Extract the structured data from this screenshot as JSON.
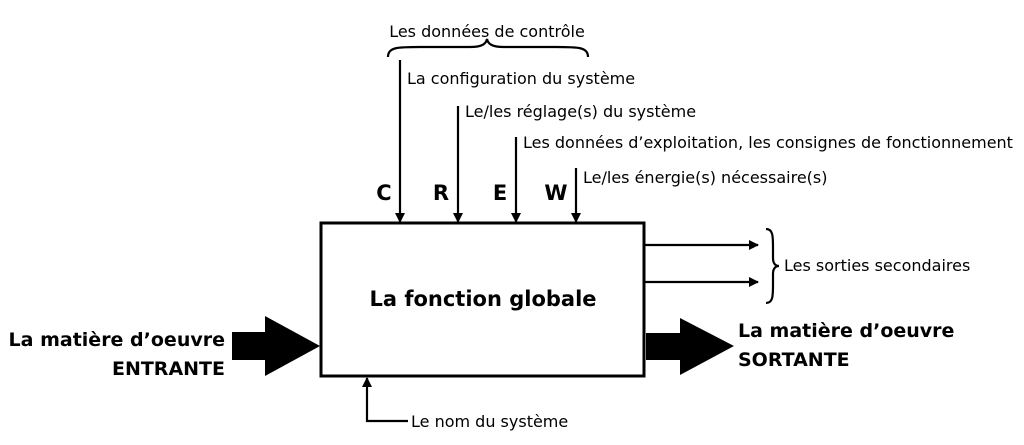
{
  "control_data_label": "Les données de contrôle",
  "inputs": [
    {
      "letter": "C",
      "label": "La configuration du système"
    },
    {
      "letter": "R",
      "label": "Le/les réglage(s) du système"
    },
    {
      "letter": "E",
      "label": "Les données d’exploitation, les consignes de fonctionnement"
    },
    {
      "letter": "W",
      "label": "Le/les énergie(s) nécessaire(s)"
    }
  ],
  "function_label": "La fonction globale",
  "secondary_outputs_label": "Les sorties secondaires",
  "input_matter": {
    "line1": "La matière d’oeuvre",
    "line2": "ENTRANTE"
  },
  "output_matter": {
    "line1": "La matière d’oeuvre",
    "line2": "SORTANTE"
  },
  "system_name_label": "Le nom du système"
}
